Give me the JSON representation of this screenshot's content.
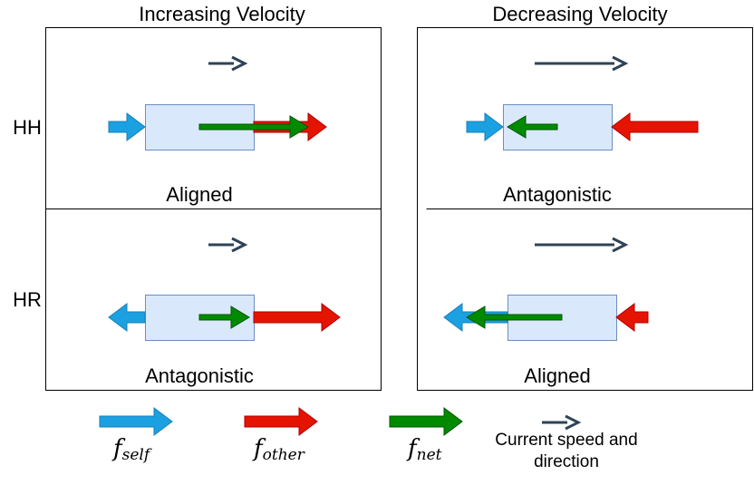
{
  "headers": {
    "left": "Increasing Velocity",
    "right": "Decreasing Velocity"
  },
  "rows": {
    "top": "HH",
    "bottom": "HR"
  },
  "panels": {
    "top_left": "Aligned",
    "top_right": "Antagonistic",
    "bottom_left": "Antagonistic",
    "bottom_right": "Aligned"
  },
  "legend": {
    "self": {
      "symbol": "f",
      "subscript": "self"
    },
    "other": {
      "symbol": "f",
      "subscript": "other"
    },
    "net": {
      "symbol": "f",
      "subscript": "net"
    },
    "speed_line1": "Current speed and",
    "speed_line2": "direction"
  },
  "colors": {
    "self": "#1ba1e2",
    "other": "#e51400",
    "net": "#008a00",
    "speed": "#2f4356",
    "box_fill": "#dae8fc",
    "box_stroke": "#6c8ebf"
  }
}
